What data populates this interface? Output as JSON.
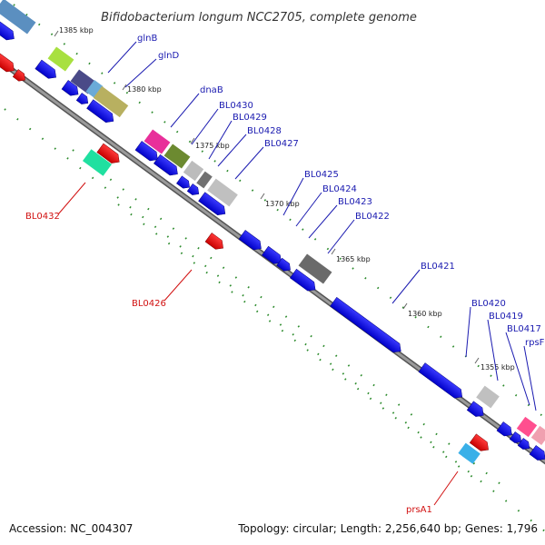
{
  "title": "Bifidobacterium longum NCC2705, complete genome",
  "footer": {
    "accession": "Accession: NC_004307",
    "summary": "Topology: circular; Length: 2,256,640 bp; Genes: 1,796"
  },
  "ticks": [
    {
      "label": "1385 kbp"
    },
    {
      "label": "1380 kbp"
    },
    {
      "label": "1375 kbp"
    },
    {
      "label": "1370 kbp"
    },
    {
      "label": "1365 kbp"
    },
    {
      "label": "1360 kbp"
    },
    {
      "label": "1355 kbp"
    }
  ],
  "forward_labels": [
    {
      "text": "glnB"
    },
    {
      "text": "glnD"
    },
    {
      "text": "dnaB"
    },
    {
      "text": "BL0430"
    },
    {
      "text": "BL0429"
    },
    {
      "text": "BL0428"
    },
    {
      "text": "BL0427"
    },
    {
      "text": "BL0425"
    },
    {
      "text": "BL0424"
    },
    {
      "text": "BL0423"
    },
    {
      "text": "BL0422"
    },
    {
      "text": "BL0421"
    },
    {
      "text": "BL0420"
    },
    {
      "text": "BL0419"
    },
    {
      "text": "BL0417"
    },
    {
      "text": "rpsF"
    }
  ],
  "reverse_labels": [
    {
      "text": "BL0432"
    },
    {
      "text": "BL0426"
    },
    {
      "text": "prsA1"
    }
  ],
  "colors": {
    "backbone": "#808080",
    "cds": "#0000ee",
    "rev_cds": "#ee0000",
    "label_line_fwd": "#1a1ab0",
    "label_line_rev": "#d11010",
    "dots": "#2a8a2a"
  }
}
